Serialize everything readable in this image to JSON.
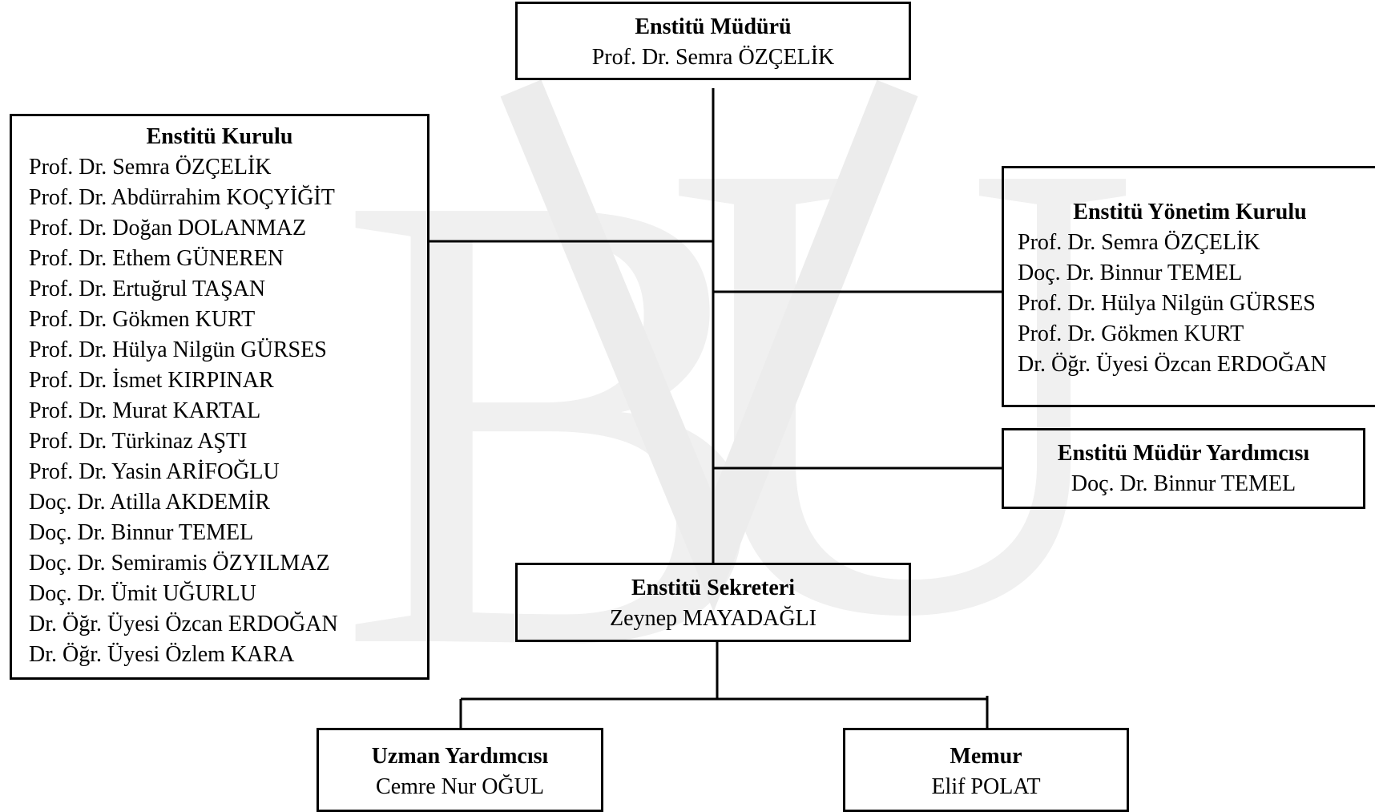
{
  "director": {
    "title": "Enstitü Müdürü",
    "name": "Prof. Dr. Semra ÖZÇELİK"
  },
  "council": {
    "title": "Enstitü Kurulu",
    "members": [
      "Prof. Dr. Semra ÖZÇELİK",
      "Prof. Dr. Abdürrahim KOÇYİĞİT",
      "Prof. Dr. Doğan DOLANMAZ",
      "Prof. Dr. Ethem GÜNEREN",
      "Prof. Dr. Ertuğrul TAŞAN",
      "Prof. Dr. Gökmen KURT",
      "Prof. Dr. Hülya Nilgün GÜRSES",
      "Prof. Dr. İsmet KIRPINAR",
      "Prof. Dr. Murat KARTAL",
      "Prof. Dr. Türkinaz AŞTI",
      "Prof. Dr. Yasin ARİFOĞLU",
      "Doç. Dr. Atilla AKDEMİR",
      "Doç. Dr. Binnur TEMEL",
      "Doç. Dr. Semiramis ÖZYILMAZ",
      "Doç. Dr. Ümit UĞURLU",
      "Dr. Öğr. Üyesi Özcan ERDOĞAN",
      "Dr. Öğr. Üyesi Özlem KARA"
    ]
  },
  "management_board": {
    "title": "Enstitü Yönetim Kurulu",
    "members": [
      "Prof. Dr. Semra ÖZÇELİK",
      "Doç. Dr. Binnur TEMEL",
      "Prof. Dr. Hülya Nilgün GÜRSES",
      "Prof. Dr. Gökmen KURT",
      "Dr. Öğr. Üyesi Özcan ERDOĞAN"
    ]
  },
  "deputy": {
    "title": "Enstitü Müdür Yardımcısı",
    "name": "Doç. Dr. Binnur TEMEL"
  },
  "secretary": {
    "title": "Enstitü Sekreteri",
    "name": "Zeynep MAYADAĞLI"
  },
  "expert_assistant": {
    "title": "Uzman Yardımcısı",
    "name": "Cemre Nur OĞUL"
  },
  "clerk": {
    "title": "Memur",
    "name": "Elif POLAT"
  },
  "colors": {
    "line": "#000000",
    "watermark": "#eeeeee"
  }
}
